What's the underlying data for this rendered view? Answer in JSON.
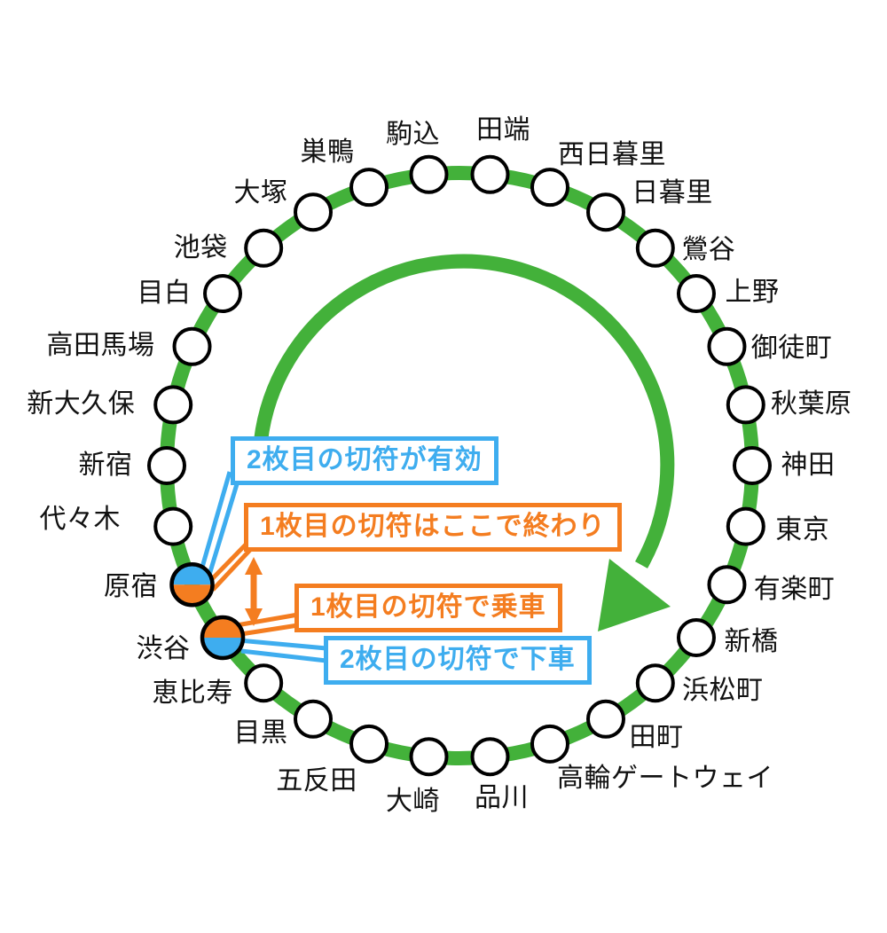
{
  "diagram": {
    "kind": "railway-loop-route-map",
    "colors": {
      "line_green": "#43b13a",
      "orange": "#f47d20",
      "blue": "#3eadef",
      "station_fill": "#ffffff",
      "station_stroke": "#000000",
      "label_color": "#111111"
    },
    "stations": [
      {
        "name": "駒込"
      },
      {
        "name": "田端"
      },
      {
        "name": "西日暮里"
      },
      {
        "name": "日暮里"
      },
      {
        "name": "鶯谷"
      },
      {
        "name": "上野"
      },
      {
        "name": "御徒町"
      },
      {
        "name": "秋葉原"
      },
      {
        "name": "神田"
      },
      {
        "name": "東京"
      },
      {
        "name": "有楽町"
      },
      {
        "name": "新橋"
      },
      {
        "name": "浜松町"
      },
      {
        "name": "田町"
      },
      {
        "name": "高輪ゲートウェイ"
      },
      {
        "name": "品川"
      },
      {
        "name": "大崎"
      },
      {
        "name": "五反田"
      },
      {
        "name": "目黒"
      },
      {
        "name": "恵比寿"
      },
      {
        "name": "渋谷",
        "marker": {
          "top": "orange",
          "bottom": "blue"
        }
      },
      {
        "name": "原宿",
        "marker": {
          "top": "blue",
          "bottom": "orange"
        }
      },
      {
        "name": "代々木"
      },
      {
        "name": "新宿"
      },
      {
        "name": "新大久保"
      },
      {
        "name": "高田馬場"
      },
      {
        "name": "目白"
      },
      {
        "name": "池袋"
      },
      {
        "name": "大塚"
      },
      {
        "name": "巣鴨"
      }
    ],
    "callouts": [
      {
        "text": "2枚目の切符が有効",
        "color_key": "blue",
        "points_to": "原宿"
      },
      {
        "text": "1枚目の切符はここで終わり",
        "color_key": "orange",
        "points_to": "原宿"
      },
      {
        "text": "1枚目の切符で乗車",
        "color_key": "orange",
        "points_to": "渋谷"
      },
      {
        "text": "2枚目の切符で下車",
        "color_key": "blue",
        "points_to": "渋谷"
      }
    ],
    "direction_arrow": {
      "description": "clockwise arc arrow inside the loop",
      "color_key": "line_green"
    },
    "gap_arrow": {
      "between": [
        "原宿",
        "渋谷"
      ],
      "style": "double-headed-vertical",
      "color_key": "orange"
    }
  }
}
